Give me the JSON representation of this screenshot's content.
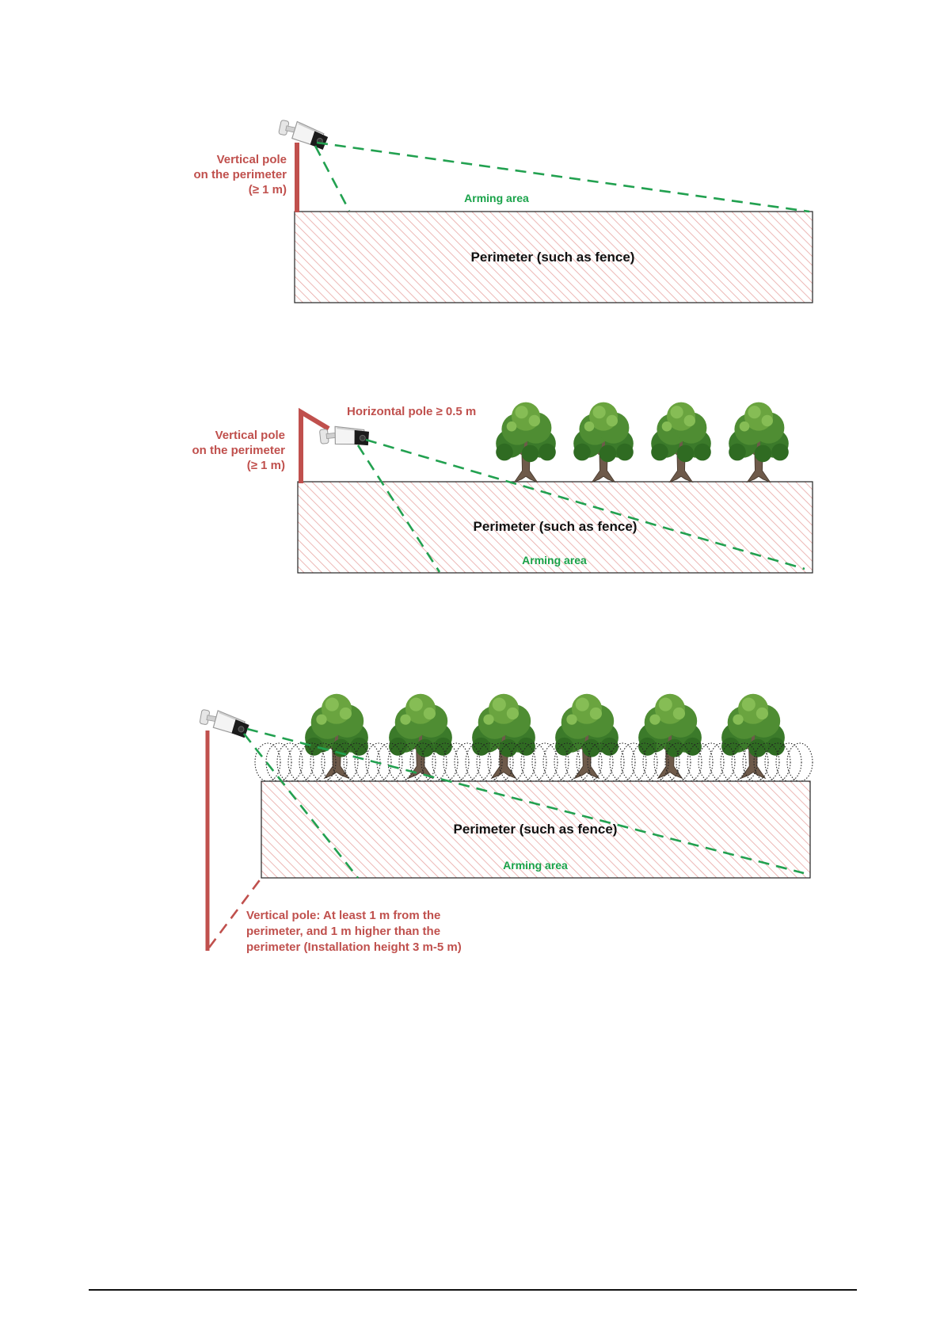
{
  "colors": {
    "pole": "#c0504d",
    "label_red": "#c0504d",
    "arming": "#22a150",
    "hatch": "#e8a6a3",
    "tree_dark": "#2f6b22",
    "tree_mid": "#4f8d33",
    "tree_light": "#7bb34a",
    "trunk": "#6e5a4a",
    "outline": "#333333"
  },
  "diagrams": [
    {
      "id": "scene-1",
      "pole_label_lines": [
        "Vertical pole",
        "on the perimeter",
        "(≥ 1 m)"
      ],
      "arming_label": "Arming area",
      "perimeter_label": "Perimeter (such as fence)"
    },
    {
      "id": "scene-2",
      "horizontal_pole_label": "Horizontal pole ≥ 0.5 m",
      "pole_label_lines": [
        "Vertical pole",
        "on the perimeter",
        "(≥ 1 m)"
      ],
      "perimeter_label": "Perimeter (such as fence)",
      "arming_label": "Arming area",
      "tree_count": 4
    },
    {
      "id": "scene-3",
      "perimeter_label": "Perimeter (such as fence)",
      "arming_label": "Arming area",
      "pole_label_lines": [
        "Vertical pole: At least 1 m from the",
        "perimeter, and 1 m higher than the",
        "perimeter (Installation height 3 m-5 m)"
      ],
      "tree_count": 6
    }
  ]
}
